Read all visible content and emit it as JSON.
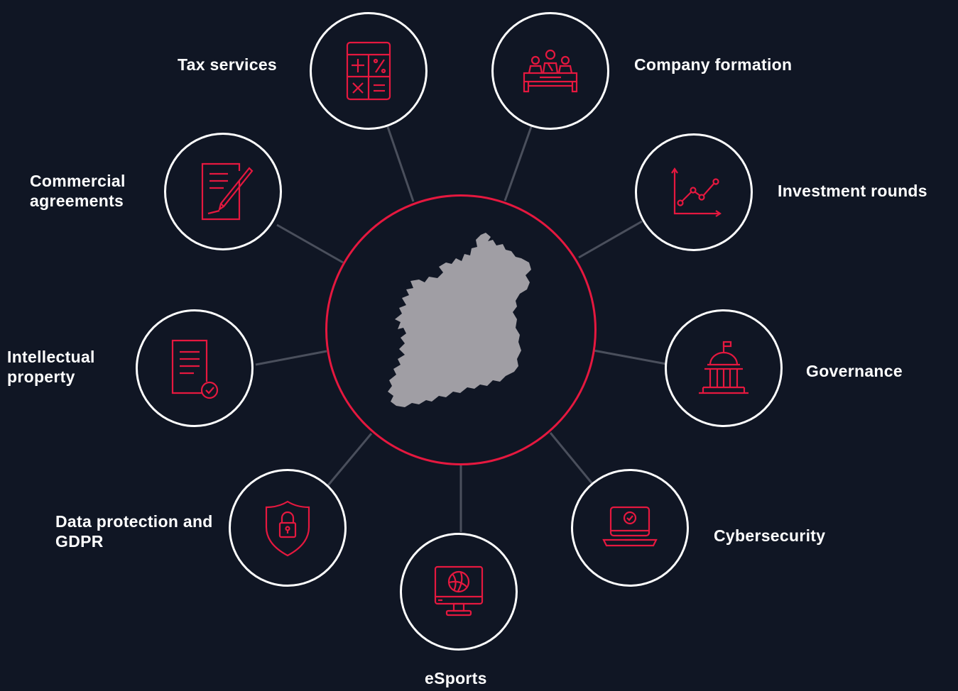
{
  "colors": {
    "background": "#101624",
    "accent": "#e5183f",
    "node_border": "#ffffff",
    "connector": "#4a4f5c",
    "map_fill": "#a09ea4"
  },
  "center": {
    "icon": "ireland-map-icon"
  },
  "services": [
    {
      "id": "tax",
      "label": "Tax services",
      "icon": "calculator-icon"
    },
    {
      "id": "company",
      "label": "Company formation",
      "icon": "board-meeting-icon"
    },
    {
      "id": "investment",
      "label": "Investment rounds",
      "icon": "growth-chart-icon"
    },
    {
      "id": "governance",
      "label": "Governance",
      "icon": "government-building-icon"
    },
    {
      "id": "cyber",
      "label": "Cybersecurity",
      "icon": "laptop-check-icon"
    },
    {
      "id": "esports",
      "label": "eSports",
      "icon": "monitor-ball-icon"
    },
    {
      "id": "data",
      "label": "Data protection and GDPR",
      "icon": "shield-lock-icon"
    },
    {
      "id": "ip",
      "label": "Intellectual property",
      "icon": "certified-document-icon"
    },
    {
      "id": "commercial",
      "label": "Commercial agreements",
      "icon": "contract-pen-icon"
    }
  ]
}
